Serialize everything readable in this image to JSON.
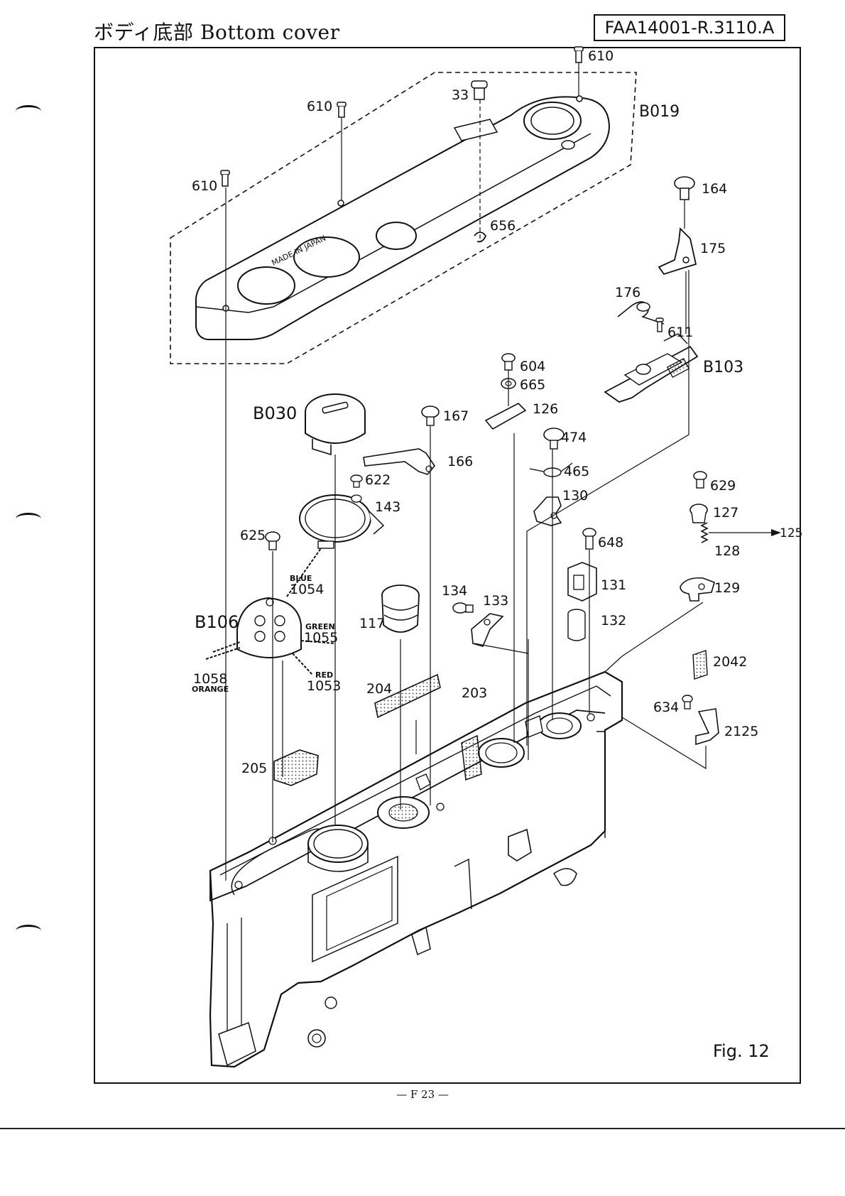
{
  "header": {
    "title": "ボディ底部 Bottom cover",
    "doc_code": "FAA14001-R.3110.A"
  },
  "figure": {
    "fig_label": "Fig. 12",
    "page_label": "— F 23 —",
    "plate_text": "MADE IN JAPAN"
  },
  "parts": {
    "p610a": "610",
    "p610b": "610",
    "p610c": "610",
    "p33": "33",
    "pB019": "B019",
    "p656": "656",
    "p164": "164",
    "p175": "175",
    "p176": "176",
    "p611": "611",
    "pB103": "B103",
    "p604": "604",
    "p665": "665",
    "p126": "126",
    "pB030": "B030",
    "p167": "167",
    "p166": "166",
    "p474": "474",
    "p465": "465",
    "p622": "622",
    "p143": "143",
    "p130": "130",
    "p629": "629",
    "p127": "127",
    "p125": "125",
    "p128": "128",
    "p129": "129",
    "p625": "625",
    "p648": "648",
    "p131": "131",
    "p132": "132",
    "p134": "134",
    "p133": "133",
    "p117": "117",
    "pB106": "B106",
    "p1054": "1054",
    "p1055": "1055",
    "p1053": "1053",
    "p1058": "1058",
    "p2042": "2042",
    "p634": "634",
    "p2125": "2125",
    "p204": "204",
    "p203": "203",
    "p205": "205"
  },
  "wires": {
    "blue": "BLUE",
    "green": "GREEN",
    "red": "RED",
    "orange": "ORANGE"
  }
}
